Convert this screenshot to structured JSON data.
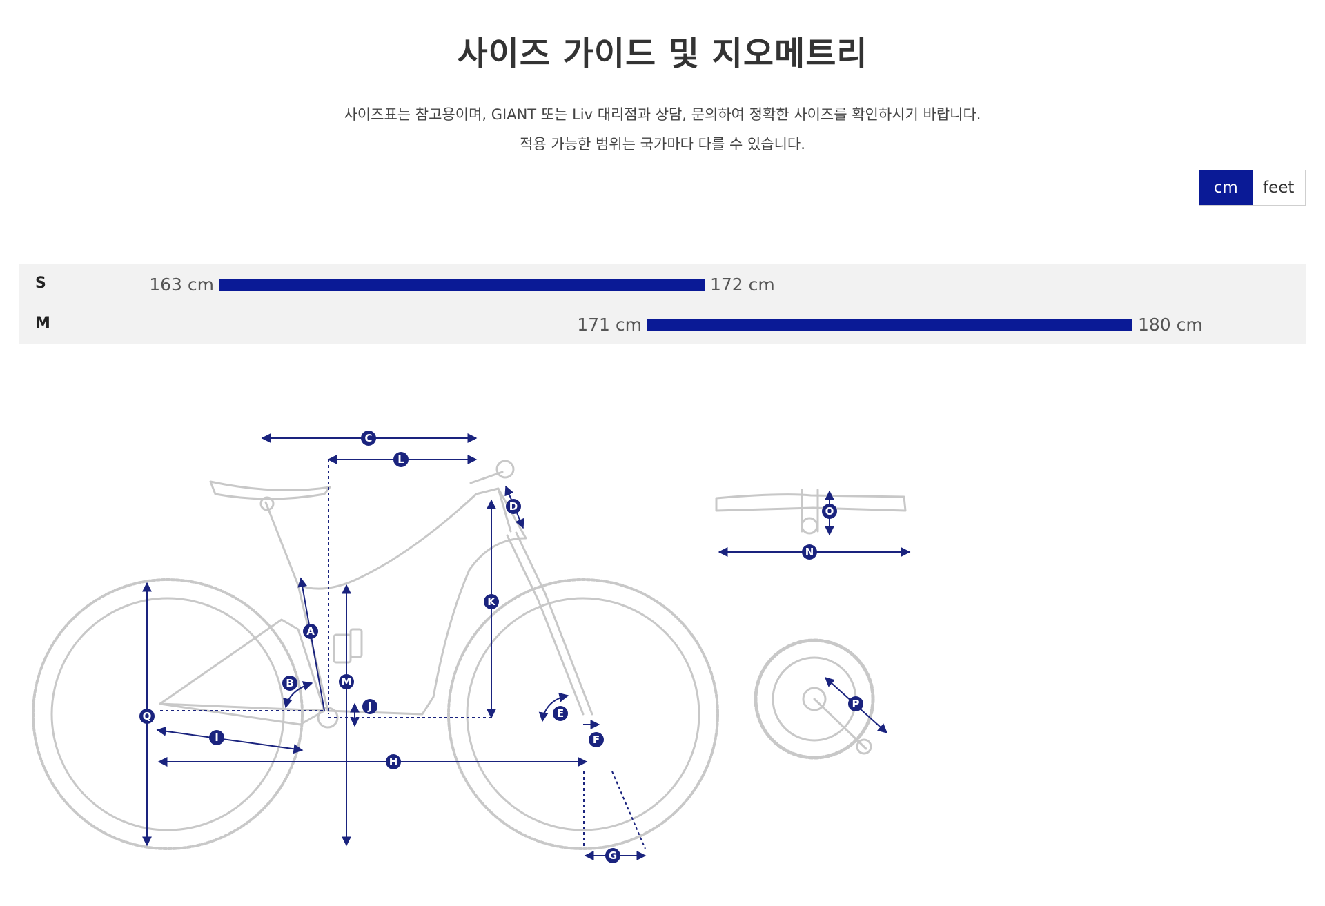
{
  "page": {
    "title": "사이즈 가이드 및 지오메트리",
    "subtitle_line1": "사이즈표는 참고용이며, GIANT 또는 Liv 대리점과 상담, 문의하여 정확한 사이즈를 확인하시기 바랍니다.",
    "subtitle_line2": "적용 가능한 범위는 국가마다 다를 수 있습니다."
  },
  "unit_toggle": {
    "options": [
      "cm",
      "feet"
    ],
    "selected": "cm"
  },
  "size_chart": {
    "rows": [
      {
        "size": "S",
        "min_label": "163 cm",
        "max_label": "172 cm",
        "min": 163,
        "max": 172
      },
      {
        "size": "M",
        "min_label": "171 cm",
        "max_label": "180 cm",
        "min": 171,
        "max": 180
      }
    ],
    "bar_color": "#0a1a96"
  },
  "geometry": {
    "markers": [
      "A",
      "B",
      "C",
      "D",
      "E",
      "F",
      "G",
      "H",
      "I",
      "J",
      "K",
      "L",
      "M",
      "N",
      "O",
      "P",
      "Q"
    ],
    "accent_color": "#1a237e",
    "line_color": "#c8c8c8"
  }
}
